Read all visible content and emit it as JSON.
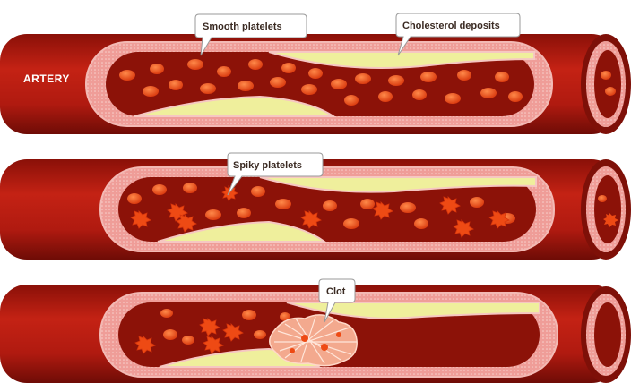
{
  "artery_label": "ARTERY",
  "callouts": {
    "smooth_platelets": "Smooth platelets",
    "cholesterol_deposits": "Cholesterol deposits",
    "spiky_platelets": "Spiky platelets",
    "clot": "Clot"
  },
  "colors": {
    "artery_outer": "#b81e12",
    "artery_dark": "#7e1008",
    "wall_pink": "#e98a86",
    "wall_light": "#f6c7c2",
    "lumen": "#8c1208",
    "platelet": "#ee4a14",
    "cholesterol": "#efef9c",
    "callout_bg": "#ffffff"
  }
}
